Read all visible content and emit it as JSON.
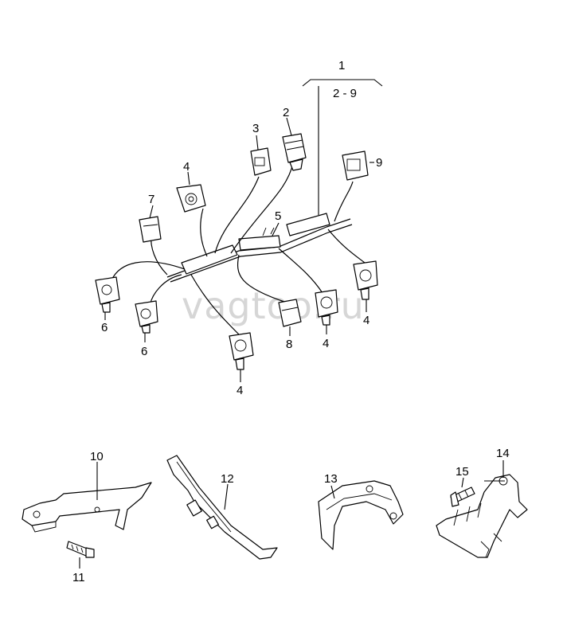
{
  "watermark": "vagtoo.ru",
  "callouts": {
    "c1": "1",
    "c1_range": "2 - 9",
    "c2": "2",
    "c3": "3",
    "c4a": "4",
    "c4b": "4",
    "c4c": "4",
    "c4d": "4",
    "c5": "5",
    "c6a": "6",
    "c6b": "6",
    "c7": "7",
    "c8": "8",
    "c9": "9",
    "c10": "10",
    "c11": "11",
    "c12": "12",
    "c13": "13",
    "c14": "14",
    "c15": "15"
  }
}
